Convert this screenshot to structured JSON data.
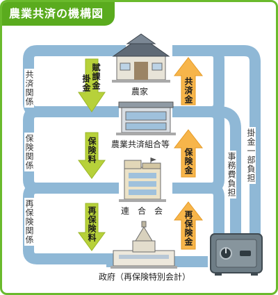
{
  "title": "農業共済の機構図",
  "nodes": {
    "farmer": "農家",
    "association": "農業共済組合等",
    "federation": "連　合　会",
    "government": "政府（再保険特別会計）"
  },
  "relations": {
    "mutual_aid": "共済関係",
    "insurance": "保険関係",
    "reinsurance": "再保険関係"
  },
  "down_flows": {
    "levy_col1": "掛金",
    "levy_col2": "賦課金",
    "insurance_fee": "保険料",
    "reinsurance_fee": "再保険料"
  },
  "up_flows": {
    "mutual_aid_money": "共済金",
    "insurance_money": "保険金",
    "reinsurance_money": "再保険金"
  },
  "side_flows": {
    "office_expense": "事務費負担",
    "premium_share": "掛金一部負担"
  },
  "colors": {
    "frame": "#6aba2c",
    "pipe": "#8fb8d6",
    "down_arrow": "#b7d13a",
    "up_arrow": "#f7b54a"
  }
}
